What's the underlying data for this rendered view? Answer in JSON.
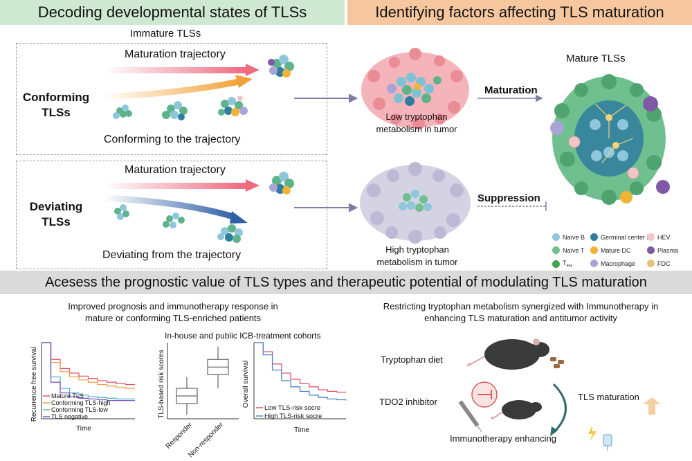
{
  "headers": {
    "left": "Decoding developmental states of TLSs",
    "right": "Identifying factors affecting TLS maturation"
  },
  "immature_label": "Immature TLSs",
  "conforming": {
    "name": "Conforming\nTLSs",
    "trajectory_label": "Maturation trajectory",
    "caption": "Conforming to the trajectory"
  },
  "deviating": {
    "name": "Deviating\nTLSs",
    "trajectory_label": "Maturation trajectory",
    "caption": "Deviating from the trajectory"
  },
  "low_trp": "Low tryptophan\nmetabolism in tumor",
  "high_trp": "High tryptophan\nmetabolism in tumor",
  "maturation_label": "Maturation",
  "suppression_label": "Suppression",
  "mature_title": "Mature TLSs",
  "legend": [
    {
      "label": "Naïve B",
      "color": "#8ec6dc"
    },
    {
      "label": "Germinal center B",
      "color": "#2f7da0"
    },
    {
      "label": "HEV",
      "color": "#f3c6c6"
    },
    {
      "label": "Naïve T",
      "color": "#6fbf8f"
    },
    {
      "label": "Mature DC",
      "color": "#f2b233"
    },
    {
      "label": "Plasma",
      "color": "#7e5aa6"
    },
    {
      "label": "T",
      "sub": "FH",
      "color": "#3fa54a"
    },
    {
      "label": "Macrophage",
      "color": "#a9a4d8"
    },
    {
      "label": "FDC",
      "color": "#e9c27a"
    }
  ],
  "band_title": "Acesess the prognostic value of TLS types and therapeutic potential of modulating TLS maturation",
  "bottom_left_title": "Improved prognosis and immunotherapy response in\nmature or conforming TLS-enriched patients",
  "cohort_label": "In-house and public ICB-treatment cohorts",
  "bottom_right_title": "Restricting tryptophan metabolism synergized with Immunotherapy in\nenhancing TLS maturation and antitumor activity",
  "chart_data": [
    {
      "type": "line",
      "xlabel": "Time",
      "ylabel": "Recurrence free survival",
      "series": [
        {
          "name": "Mature TLS",
          "color": "#e0556a",
          "x": [
            0,
            1,
            2,
            3,
            4,
            5,
            6,
            7,
            8,
            9,
            10
          ],
          "values": [
            1.0,
            0.78,
            0.66,
            0.6,
            0.56,
            0.53,
            0.5,
            0.48,
            0.46,
            0.45,
            0.45
          ]
        },
        {
          "name": "Conforming TLS-high",
          "color": "#f0a04b",
          "x": [
            0,
            1,
            2,
            3,
            4,
            5,
            6,
            7,
            8,
            9,
            10
          ],
          "values": [
            1.0,
            0.74,
            0.62,
            0.55,
            0.51,
            0.48,
            0.45,
            0.43,
            0.41,
            0.4,
            0.4
          ]
        },
        {
          "name": "Conforming TLS-low",
          "color": "#59b5c9",
          "x": [
            0,
            1,
            2,
            3,
            4,
            5,
            6,
            7,
            8,
            9,
            10
          ],
          "values": [
            1.0,
            0.55,
            0.4,
            0.34,
            0.31,
            0.29,
            0.28,
            0.27,
            0.26,
            0.26,
            0.26
          ]
        },
        {
          "name": "TLS negative",
          "color": "#7b55c4",
          "x": [
            0,
            1,
            2,
            3,
            4,
            5,
            6,
            7,
            8,
            9,
            10
          ],
          "values": [
            1.0,
            0.48,
            0.34,
            0.29,
            0.27,
            0.26,
            0.25,
            0.24,
            0.24,
            0.24,
            0.24
          ]
        }
      ]
    },
    {
      "type": "box",
      "ylabel": "TLS-based risk scores",
      "categories": [
        "Responder",
        "Non-responder"
      ],
      "boxes": [
        {
          "min": 0.05,
          "q1": 0.2,
          "median": 0.3,
          "q3": 0.4,
          "max": 0.55
        },
        {
          "min": 0.4,
          "q1": 0.58,
          "median": 0.68,
          "q3": 0.78,
          "max": 0.95
        }
      ]
    },
    {
      "type": "line",
      "xlabel": "Time",
      "ylabel": "Overall survival",
      "series": [
        {
          "name": "Low TLS-risk socre",
          "color": "#e0556a",
          "x": [
            0,
            1,
            2,
            3,
            4,
            5,
            6,
            7,
            8,
            9,
            10
          ],
          "values": [
            1.0,
            0.88,
            0.72,
            0.6,
            0.52,
            0.46,
            0.42,
            0.38,
            0.36,
            0.35,
            0.35
          ]
        },
        {
          "name": "High TLS-risk socre",
          "color": "#4f86c9",
          "x": [
            0,
            1,
            2,
            3,
            4,
            5,
            6,
            7,
            8,
            9,
            10
          ],
          "values": [
            1.0,
            0.84,
            0.64,
            0.5,
            0.42,
            0.36,
            0.31,
            0.28,
            0.26,
            0.25,
            0.24
          ]
        }
      ]
    }
  ],
  "tryptophan_diet": "Tryptophan diet",
  "tdo2_inhibitor": "TDO2 inhibitor",
  "tls_maturation": "TLS maturation",
  "immunotherapy_enhancing": "Immunotherapy enhancing"
}
